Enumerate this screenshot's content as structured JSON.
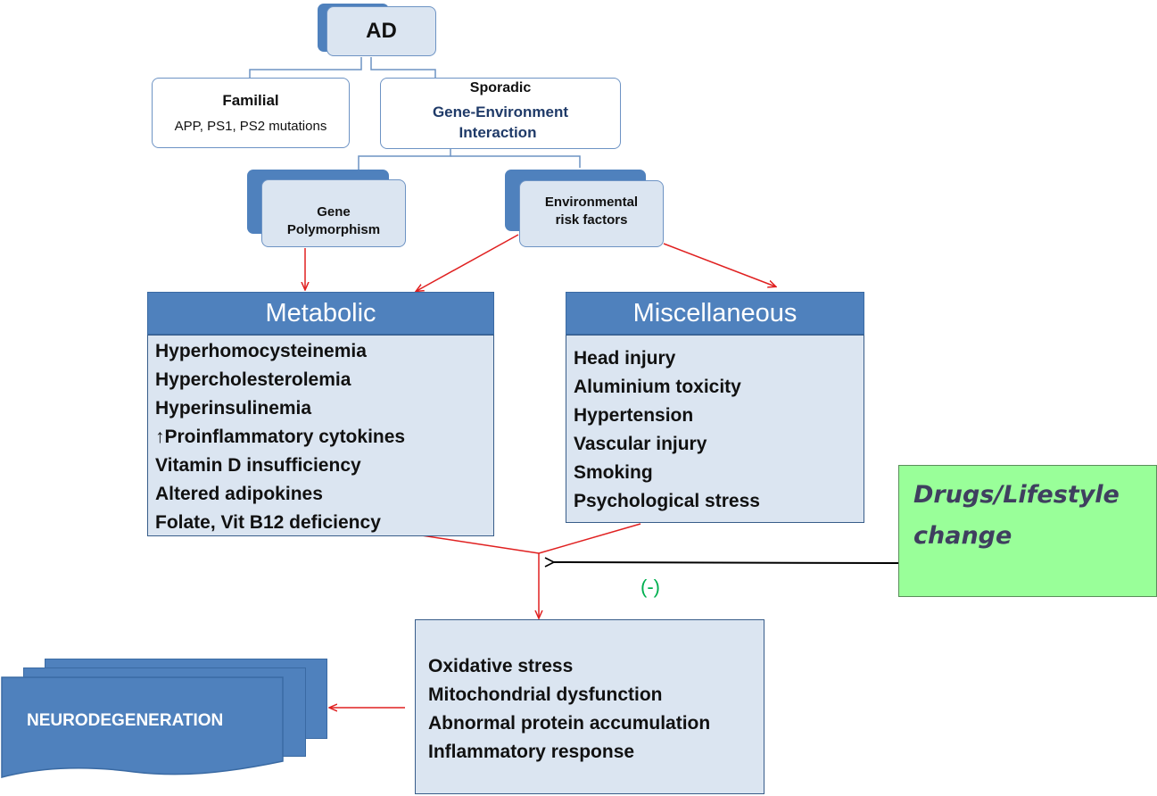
{
  "ad": {
    "label": "AD"
  },
  "familial": {
    "title": "Familial",
    "detail": "APP, PS1, PS2 mutations"
  },
  "sporadic": {
    "title": "Sporadic",
    "line1": "Gene-Environment",
    "line2": "Interaction"
  },
  "gene": {
    "line1": "Gene",
    "line2": "Polymorphism"
  },
  "environmental": {
    "line1": "Environmental",
    "line2": "risk factors"
  },
  "metabolic": {
    "title": "Metabolic",
    "items": [
      "Hyperhomocysteinemia",
      "Hypercholesterolemia",
      "Hyperinsulinemia",
      "↑Proinflammatory cytokines",
      "Vitamin D insufficiency",
      "Altered adipokines",
      "Folate, Vit B12 deficiency"
    ]
  },
  "miscellaneous": {
    "title": "Miscellaneous",
    "items": [
      "Head injury",
      "Aluminium toxicity",
      "Hypertension",
      "Vascular injury",
      "Smoking",
      "Psychological stress"
    ]
  },
  "drugs": {
    "line1": "Drugs/Lifestyle",
    "line2": "change"
  },
  "inhibition": {
    "label": "(-)"
  },
  "outcome": {
    "items": [
      "Oxidative stress",
      "Mitochondrial dysfunction",
      "Abnormal protein accumulation",
      "Inflammatory response"
    ]
  },
  "neurodegeneration": {
    "label": "NEURODEGENERATION"
  },
  "colors": {
    "accent": "#4f81bd",
    "light_fill": "#dbe5f1",
    "arrow": "#e02020",
    "drugs_fill": "#99ff99",
    "inhibit": "#00b050"
  }
}
